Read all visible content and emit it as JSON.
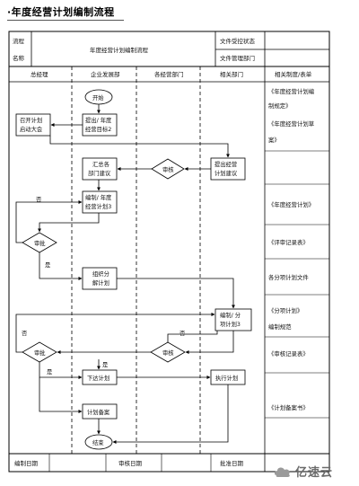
{
  "title": "·年度经营计划编制流程",
  "header": {
    "label_process": "流程",
    "label_name": "名称",
    "process_name": "年度经营计划编制流程",
    "label_doc_no": "文件受控状态",
    "label_dept": "文件管理部门"
  },
  "columns": {
    "c1": "总经理",
    "c2": "企业发展部",
    "c3": "各经营部门",
    "c4": "相关部门",
    "c5": "相关制度/表单"
  },
  "nodes": {
    "start": "开始",
    "propose_line1": "提出/ 年度",
    "propose_line2": "经营目标2",
    "meeting_line1": "召开计划",
    "meeting_line2": "启动大会",
    "collect_line1": "汇总各",
    "collect_line2": "部门建议",
    "review_mid": "审核",
    "submit_line1": "提出经营",
    "submit_line2": "计划建议",
    "draft_line1": "编制/ 年度",
    "draft_line2": "经营计划3",
    "approve1": "审批",
    "organize_line1": "组织分",
    "organize_line2": "解计划",
    "split_line1": "编制/ 分",
    "split_line2": "项计划3",
    "approve2": "审批",
    "review2": "审核",
    "issue": "下达计划",
    "execute": "执行计划",
    "archive": "计划备案",
    "end": "结束"
  },
  "edges": {
    "no1": "否",
    "yes1": "是",
    "no2": "否",
    "no3": "否",
    "yes2": "是",
    "yes3": "是"
  },
  "docs": [
    "《年度经营计划编",
    "制规定》",
    "《年度经营计划草",
    "案》",
    "《年度经营计划》",
    "《评审记录表》",
    "各分项计划文件",
    "《分项计划》",
    "编制规范",
    "《审核记录表》",
    "《计划备案书》"
  ],
  "footer": {
    "drafted_date": "编制日期",
    "reviewed_date": "审核日期",
    "approved_date": "批准日期"
  },
  "watermark": "亿速云"
}
